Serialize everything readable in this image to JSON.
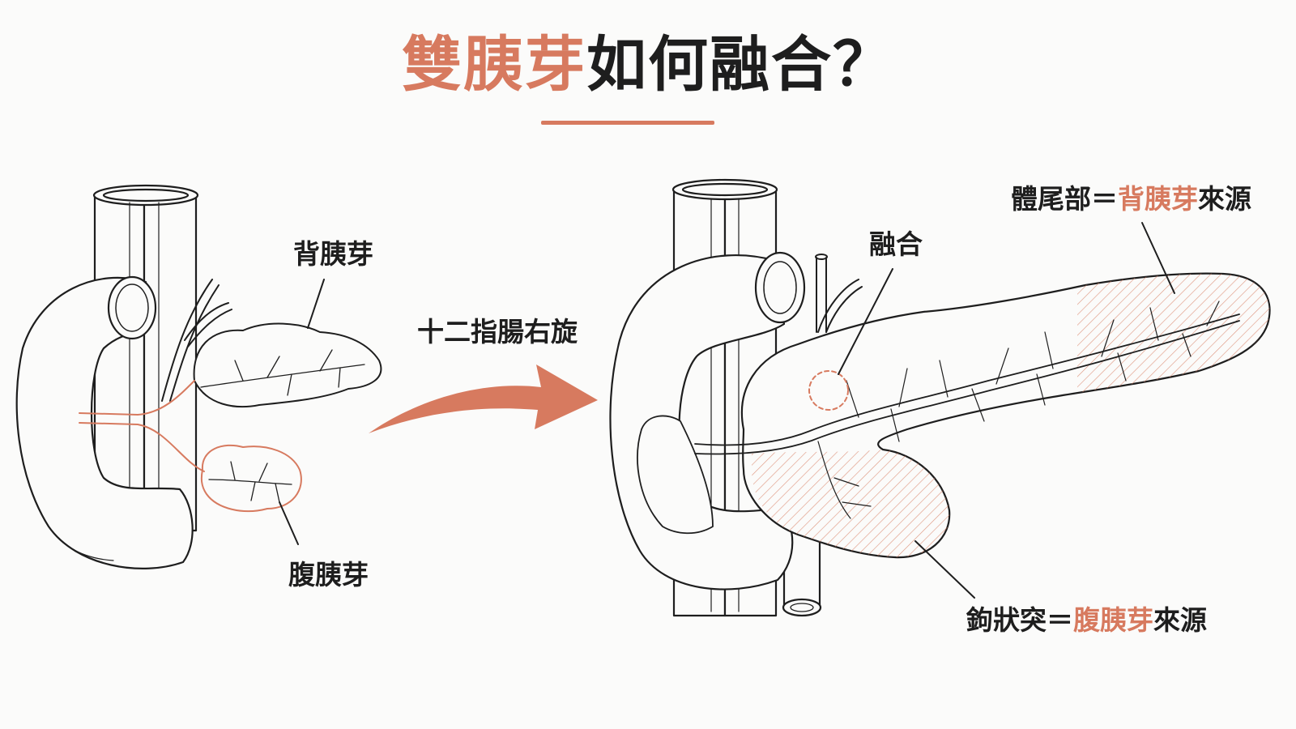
{
  "title": {
    "highlight": "雙胰芽",
    "rest": "如何融合？"
  },
  "labels": {
    "dorsal_bud": "背胰芽",
    "ventral_bud": "腹胰芽",
    "rotation": "十二指腸右旋",
    "fusion": "融合",
    "body_tail": {
      "prefix": "體尾部＝",
      "accent": "背胰芽",
      "suffix": "來源"
    },
    "uncinate": {
      "prefix": "鉤狀突＝",
      "accent": "腹胰芽",
      "suffix": "來源"
    }
  },
  "colors": {
    "accent": "#d77a5f",
    "ink": "#1e1e1e",
    "background": "#fbfbfa"
  }
}
